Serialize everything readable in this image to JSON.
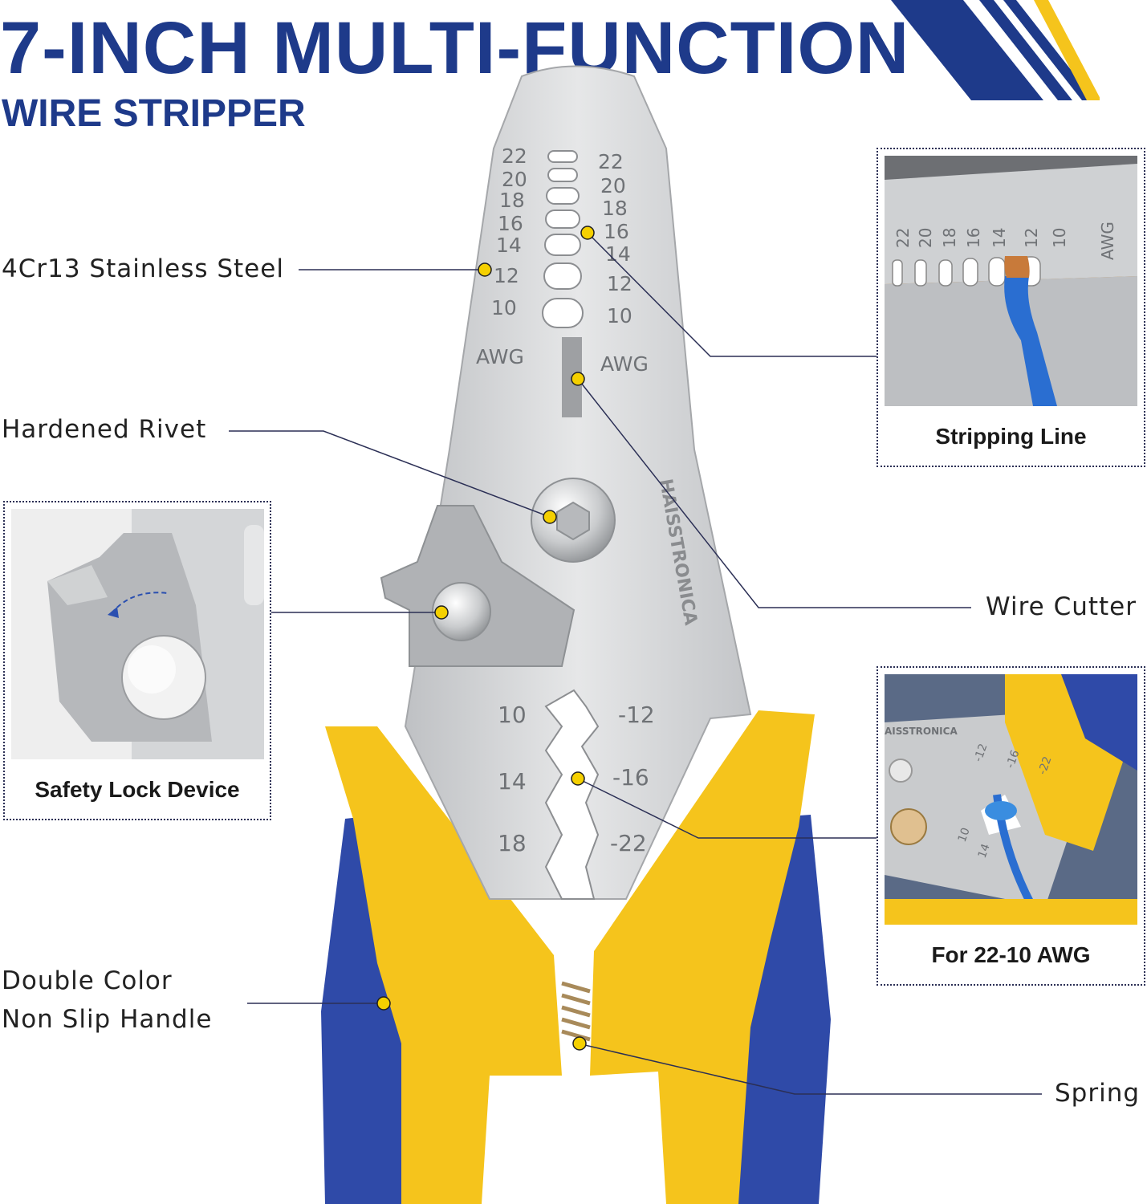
{
  "header": {
    "title": "7-INCH MULTI-FUNCTION",
    "subtitle": "WIRE STRIPPER"
  },
  "brand": {
    "logo_text": "HAISSTRONICA",
    "colors": {
      "navy": "#1e3a8a",
      "yellow": "#f5c41c",
      "steel": "#cfd1d3",
      "dot": "#f5d000"
    }
  },
  "callouts": {
    "steel": "4Cr13 Stainless Steel",
    "rivet": "Hardened Rivet",
    "cutter": "Wire Cutter",
    "handle_line1": "Double Color",
    "handle_line2": "Non Slip Handle",
    "spring": "Spring"
  },
  "insets": {
    "stripping": {
      "caption": "Stripping Line",
      "gauges": [
        "22",
        "20",
        "18",
        "16",
        "14",
        "12",
        "10"
      ],
      "unit": "AWG"
    },
    "safety": {
      "caption": "Safety Lock Device"
    },
    "crimp": {
      "caption": "For 22-10 AWG",
      "brand_fragment": "AISSTRONICA",
      "gauges": [
        "-12",
        "-16",
        "-22",
        "10",
        "14"
      ]
    }
  },
  "tool": {
    "left_gauges": [
      "22",
      "20",
      "18",
      "16",
      "14",
      "12",
      "10"
    ],
    "right_gauges": [
      "22",
      "20",
      "18",
      "16",
      "14",
      "12",
      "10"
    ],
    "unit": "AWG",
    "crimp_left": [
      "10",
      "14",
      "18"
    ],
    "crimp_right": [
      "-12",
      "-16",
      "-22"
    ]
  }
}
